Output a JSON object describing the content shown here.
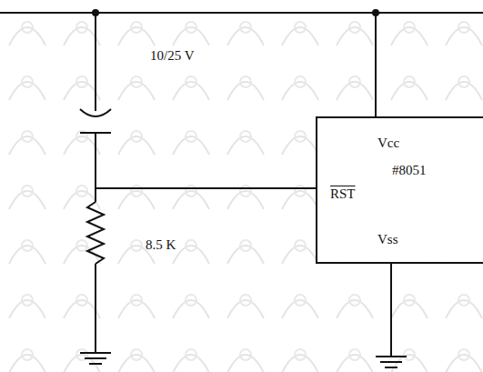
{
  "diagram": {
    "nodes": [
      {
        "text": [
          "Vcc",
          "#8051",
          "RST",
          "Vss"
        ]
      }
    ],
    "labels": [
      "10/25 V",
      "8.5 K"
    ]
  }
}
